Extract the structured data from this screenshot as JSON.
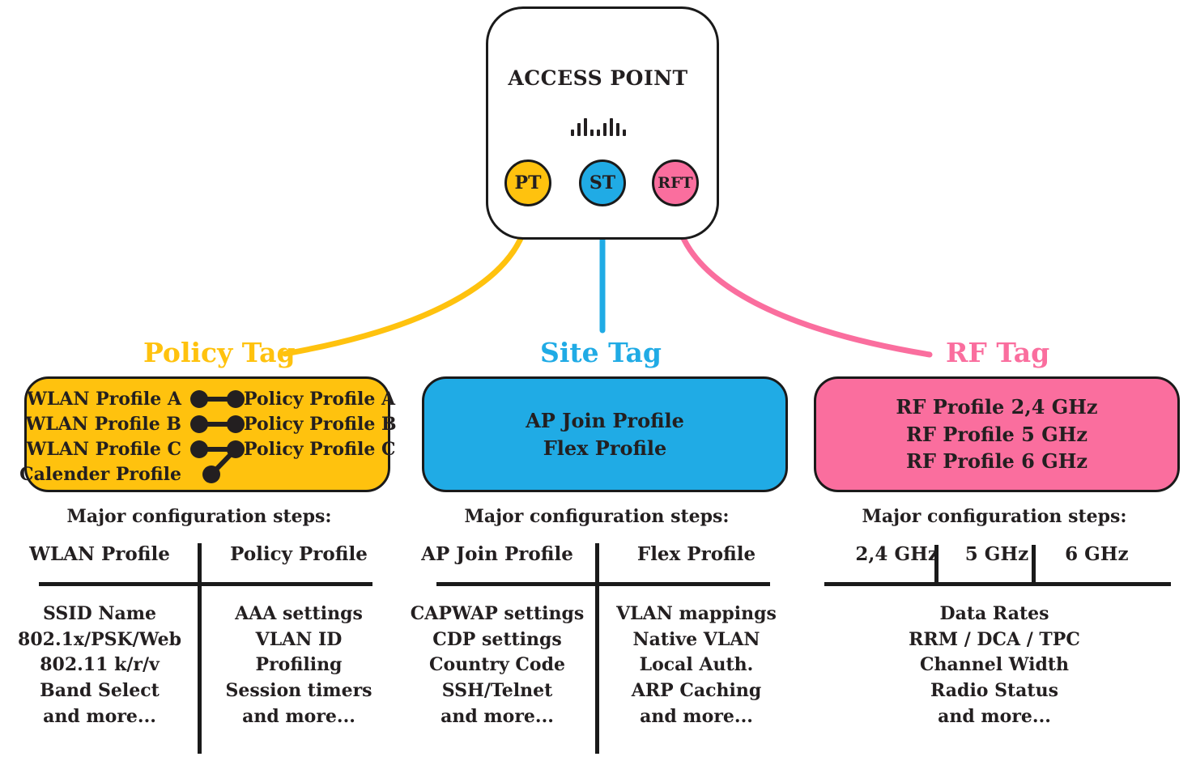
{
  "access_point": {
    "title": "ACCESS POINT",
    "logo_icon": "cisco-bars-icon",
    "logo_bars": [
      8,
      16,
      22,
      8,
      8,
      16,
      22,
      16,
      8
    ],
    "tags": [
      {
        "abbr": "PT",
        "name": "policy-tag-node",
        "color": "#FFC20E"
      },
      {
        "abbr": "ST",
        "name": "site-tag-node",
        "color": "#20ABE5"
      },
      {
        "abbr": "RFT",
        "name": "rf-tag-node",
        "color": "#FA6E9E"
      }
    ]
  },
  "colors": {
    "policy": "#FFC20E",
    "site": "#20ABE5",
    "rf": "#FA6E9E",
    "ink": "#231f20",
    "outline": "#1a1a1a"
  },
  "tags": {
    "policy": {
      "title": "Policy Tag",
      "left_items": [
        "WLAN Profile A",
        "WLAN Profile B",
        "WLAN Profile C",
        "Calender Profile"
      ],
      "right_items": [
        "Policy Profile A",
        "Policy Profile B",
        "Policy Profile C"
      ]
    },
    "site": {
      "title": "Site Tag",
      "items": [
        "AP Join Profile",
        "Flex Profile"
      ]
    },
    "rf": {
      "title": "RF Tag",
      "items": [
        "RF Profile 2,4 GHz",
        "RF Profile 5 GHz",
        "RF Profile 6 GHz"
      ]
    }
  },
  "steps_heading": "Major configuration steps:",
  "columns": {
    "policy": {
      "headers": [
        "WLAN Profile",
        "Policy Profile"
      ],
      "cells": [
        [
          "SSID Name",
          "802.1x/PSK/Web",
          "802.11 k/r/v",
          "Band Select",
          "and more..."
        ],
        [
          "AAA settings",
          "VLAN ID",
          "Profiling",
          "Session timers",
          "and more..."
        ]
      ]
    },
    "site": {
      "headers": [
        "AP Join Profile",
        "Flex Profile"
      ],
      "cells": [
        [
          "CAPWAP settings",
          "CDP settings",
          "Country Code",
          "SSH/Telnet",
          "and more..."
        ],
        [
          "VLAN mappings",
          "Native VLAN",
          "Local Auth.",
          "ARP Caching",
          "and more..."
        ]
      ]
    },
    "rf": {
      "headers": [
        "2,4 GHz",
        "5 GHz",
        "6 GHz"
      ],
      "cells": [
        [
          "Data Rates",
          "RRM / DCA / TPC",
          "Channel Width",
          "Radio Status",
          "and more..."
        ]
      ]
    }
  }
}
